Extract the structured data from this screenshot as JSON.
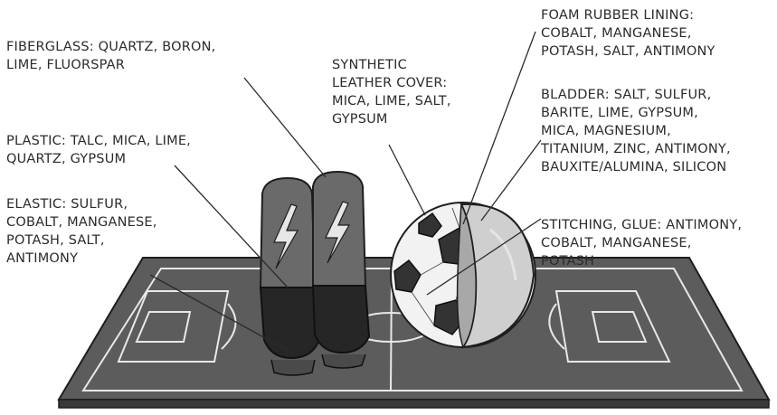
{
  "labels": {
    "fiberglass": [
      "FIBERGLASS: QUARTZ, BORON,",
      "LIME, FLUORSPAR"
    ],
    "plastic": [
      "PLASTIC: TALC, MICA, LIME,",
      "QUARTZ, GYPSUM"
    ],
    "elastic": [
      "ELASTIC: SULFUR,",
      "COBALT, MANGANESE,",
      "POTASH, SALT,",
      "ANTIMONY"
    ],
    "synthetic_leather": [
      "SYNTHETIC",
      "LEATHER COVER:",
      "MICA, LIME, SALT,",
      "GYPSUM"
    ],
    "foam_rubber": [
      "FOAM RUBBER LINING:",
      "COBALT, MANGANESE,",
      "POTASH, SALT, ANTIMONY"
    ],
    "bladder": [
      "BLADDER: SALT, SULFUR,",
      "BARITE, LIME, GYPSUM,",
      "MICA, MAGNESIUM,",
      "TITANIUM, ZINC, ANTIMONY,",
      "BAUXITE/ALUMINA, SILICON"
    ],
    "stitching": [
      "STITCHING, GLUE: ANTIMONY,",
      "COBALT, MANGANESE,",
      "POTASH"
    ]
  },
  "colors": {
    "text": "#2b2b2b",
    "field": "#5c5c5c",
    "field_lines": "#e8e8e8",
    "guard": "#6a6a6a",
    "ball_white": "#f2f2f2",
    "ball_black": "#333333",
    "foam": "#a8a8a8",
    "bladder": "#cfcfcf"
  }
}
